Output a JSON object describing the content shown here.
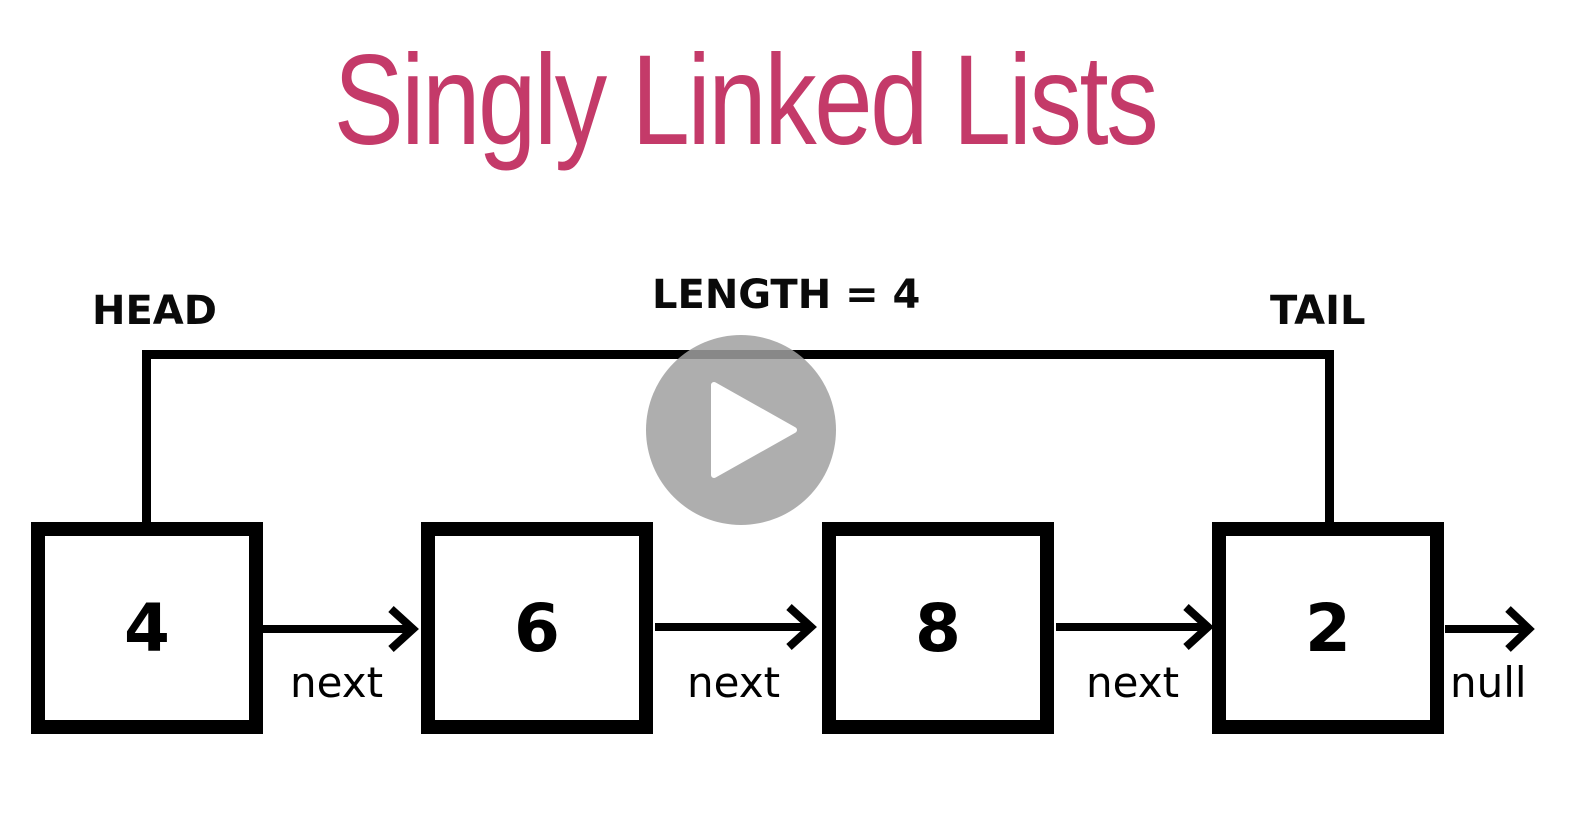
{
  "title": "Singly Linked Lists",
  "labels": {
    "head": "HEAD",
    "tail": "TAIL",
    "length": "LENGTH = 4"
  },
  "nodes": [
    {
      "value": "4"
    },
    {
      "value": "6"
    },
    {
      "value": "8"
    },
    {
      "value": "2"
    }
  ],
  "pointers": {
    "next": "next",
    "end": "null"
  },
  "colors": {
    "title": "#c43a69",
    "ink": "#000000",
    "play_button": "#a0a0a0"
  },
  "icons": {
    "play": "play-icon"
  }
}
